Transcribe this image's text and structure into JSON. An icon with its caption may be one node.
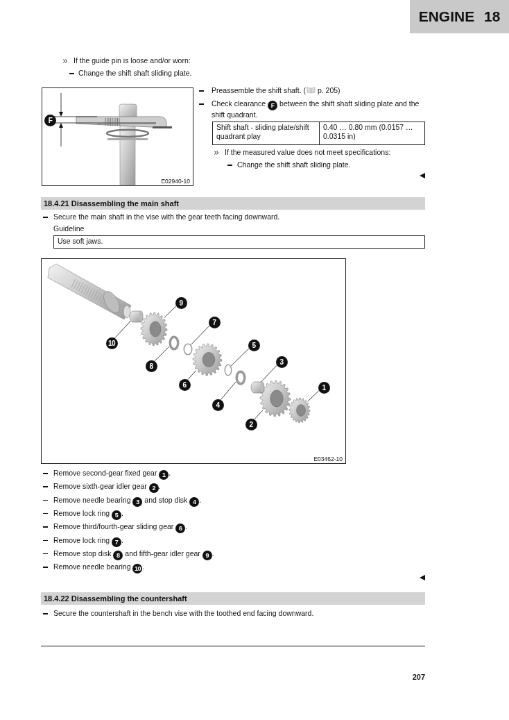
{
  "diagram": {
    "title": "ENGINE 18",
    "nodes": [
      {
        "text": [
          "E02940-10"
        ]
      },
      {
        "text": [
          "18.4.21 Disassembling the main shaft"
        ]
      },
      {
        "text": [
          "E03462-10"
        ]
      },
      {
        "text": [
          "1"
        ],
        "in": 2
      },
      {
        "text": [
          "2"
        ],
        "in": 2
      },
      {
        "text": [
          "3"
        ],
        "in": 2
      },
      {
        "text": [
          "4"
        ],
        "in": 2
      },
      {
        "text": [
          "5"
        ],
        "in": 2
      },
      {
        "text": [
          "6"
        ],
        "in": 2
      },
      {
        "text": [
          "7"
        ],
        "in": 2
      },
      {
        "text": [
          "8"
        ],
        "in": 2
      },
      {
        "text": [
          "9"
        ],
        "in": 2
      },
      {
        "text": [
          "10"
        ],
        "in": 2
      },
      {
        "text": [],
        "shape": "gear",
        "in": 2
      },
      {
        "text": [],
        "shape": "gear",
        "in": 2
      },
      {
        "text": [],
        "shape": "cylinder",
        "in": 2
      },
      {
        "text": [],
        "shape": "ring",
        "in": 2
      },
      {
        "text": [],
        "shape": "ring",
        "in": 2
      },
      {
        "text": [],
        "shape": "gear",
        "in": 2
      },
      {
        "text": [],
        "shape": "ring",
        "in": 2
      },
      {
        "text": [],
        "shape": "ring",
        "in": 2
      },
      {
        "text": [],
        "shape": "gear",
        "in": 2
      },
      {
        "text": [],
        "shape": "cylinder",
        "in": 2
      },
      {
        "text": [
          "18.4.22 Disassembling the countershaft"
        ]
      }
    ],
    "edges": [
      {
        "from": 3,
        "to": 13,
        "arrow": "none"
      },
      {
        "from": 4,
        "to": 14,
        "arrow": "none"
      },
      {
        "from": 5,
        "to": 15,
        "arrow": "none"
      },
      {
        "from": 6,
        "to": 16,
        "arrow": "none"
      },
      {
        "from": 7,
        "to": 17,
        "arrow": "none"
      },
      {
        "from": 8,
        "to": 18,
        "arrow": "none"
      },
      {
        "from": 9,
        "to": 19,
        "arrow": "none"
      },
      {
        "from": 10,
        "to": 20,
        "arrow": "none"
      },
      {
        "from": 11,
        "to": 21,
        "arrow": "none"
      },
      {
        "from": 12,
        "to": 22,
        "arrow": "none"
      }
    ],
    "labels": [
      "If the guide pin is loose and/or worn:",
      "Change the shift shaft sliding plate.",
      "F",
      "Preassemble the shift shaft. ( p. 205)",
      "Check clearance **F** between the shift shaft sliding plate and the shift quadrant.",
      "Shift shaft - sliding plate/shift quadrant play",
      "0.40 … 0.80 mm (0.0157 … 0.0315 in)",
      "If the measured value does not meet specifications:",
      "Change the shift shaft sliding plate.",
      "Secure the main shaft in the vise with the gear teeth facing downward.",
      "Guideline",
      "Use soft jaws.",
      "Remove second-gear fixed gear **1**.",
      "Remove sixth-gear idler gear **2**.",
      "Remove needle bearing **3** and stop disk **4**.",
      "Remove lock ring **5**.",
      "Remove third/fourth-gear sliding gear **6**.",
      "Remove lock ring **7**.",
      "Remove stop disk **8** and fifth-gear idler gear **9**.",
      "Remove needle bearing **10**.",
      "Secure the countershaft in the bench vise with the toothed end facing downward.",
      "207"
    ]
  }
}
